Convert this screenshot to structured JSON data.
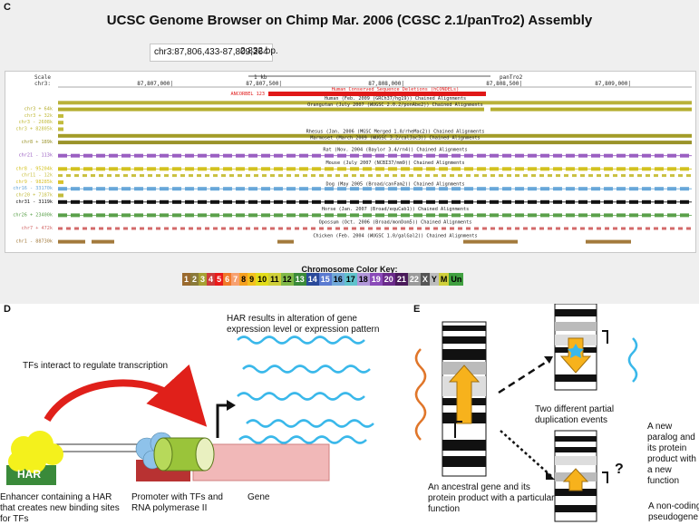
{
  "panel_c": {
    "letter": "C",
    "title": "UCSC Genome Browser on Chimp Mar. 2006 (CGSC 2.1/panTro2) Assembly",
    "position": "chr3:87,806,433-87,809,264",
    "size": "2,832 bp.",
    "scale_label": "Scale",
    "chrom_label": "chr3:",
    "scale_bar": "1 kb",
    "assembly": "panTro2",
    "ruler_ticks": [
      "87,807,000|",
      "87,807,500|",
      "87,808,000|",
      "87,808,500|",
      "87,809,000|"
    ],
    "ancorbel_label": "ANCORBEL 123",
    "tracks": [
      {
        "left": "",
        "title": "Human Conserved Sequence Deletions (hCONDELs)",
        "color": "#e01818",
        "kind": "condel"
      },
      {
        "left": "",
        "title": "Human (Feb. 2009 (GRCh37/hg19)) Chained Alignments",
        "color": "#b9b23a",
        "kind": "full"
      },
      {
        "left": "chr3 + 64k",
        "title": "Orangutan (July 2007 (WUGSC 2.0.2/ponAbe2)) Chained Alignments",
        "color": "#b4ad2e",
        "kind": "gap"
      },
      {
        "left": "chr3 + 32k",
        "title": "",
        "color": "#c2bb3c",
        "kind": "small"
      },
      {
        "left": "chr3 - 2608k",
        "title": "",
        "color": "#c2bb3c",
        "kind": "small"
      },
      {
        "left": "chr3 + 82805k",
        "title": "",
        "color": "#c2bb3c",
        "kind": "small"
      },
      {
        "left": "",
        "title": "Rhesus (Jan. 2006 (MGSC Merged 1.0/rheMac2)) Chained Alignments",
        "color": "#a39c28",
        "kind": "full"
      },
      {
        "left": "chr8 + 189k",
        "title": "Marmoset (March 2009 (WUGSC 3.2/calJac3)) Chained Alignments",
        "color": "#9a932a",
        "kind": "full"
      },
      {
        "left": "",
        "title": "Rat (Nov. 2004 (Baylor 3.4/rn4)) Chained Alignments",
        "color": "#c2bb3c",
        "kind": "blank"
      },
      {
        "left": "chr21 - 113k",
        "title": "",
        "color": "#9a5fc2",
        "kind": "chain"
      },
      {
        "left": "",
        "title": "Mouse (July 2007 (NCBI37/mm9)) Chained Alignments",
        "color": "#c2bb3c",
        "kind": "blank"
      },
      {
        "left": "chr8 - 95204k",
        "title": "",
        "color": "#d3c21e",
        "kind": "chain"
      },
      {
        "left": "chr11 - 12k",
        "title": "",
        "color": "#c9c040",
        "kind": "dash"
      },
      {
        "left": "chr9 - 98285k",
        "title": "",
        "color": "#d9c22b",
        "kind": "small"
      },
      {
        "left": "chr16 - 33170k",
        "title": "Dog (May 2005 (Broad/canFam2)) Chained Alignments",
        "color": "#68a7d9",
        "kind": "chain"
      },
      {
        "left": "chr20 + 7187k",
        "title": "",
        "color": "#c2bb3c",
        "kind": "small"
      },
      {
        "left": "chr31 - 3119k",
        "title": "",
        "color": "#111111",
        "kind": "chain"
      },
      {
        "left": "",
        "title": "Horse (Jan. 2007 (Broad/equCab1)) Chained Alignments",
        "color": "#c2bb3c",
        "kind": "blank"
      },
      {
        "left": "chr26 + 23400k",
        "title": "",
        "color": "#5aa04a",
        "kind": "chain"
      },
      {
        "left": "",
        "title": "Opossum (Oct. 2006 (Broad/monDom5)) Chained Alignments",
        "color": "#c2bb3c",
        "kind": "blank"
      },
      {
        "left": "chr7 + 472k",
        "title": "",
        "color": "#d36a6a",
        "kind": "dash"
      },
      {
        "left": "",
        "title": "Chicken (Feb. 2004 (WUGSC 1.0/galGal2)) Chained Alignments",
        "color": "#c2bb3c",
        "kind": "blank"
      },
      {
        "left": "chr1 - 88730k",
        "title": "",
        "color": "#a37a3c",
        "kind": "sparse"
      }
    ],
    "color_key_title": "Chromosome Color Key:",
    "color_key": [
      {
        "label": "1",
        "color": "#9a6a2e",
        "text": "#ffffff"
      },
      {
        "label": "2",
        "color": "#8a7a3a",
        "text": "#ffffff"
      },
      {
        "label": "3",
        "color": "#a6a032",
        "text": "#ffffff"
      },
      {
        "label": "4",
        "color": "#cc3b3b",
        "text": "#ffffff"
      },
      {
        "label": "5",
        "color": "#ea1a1a",
        "text": "#ffffff"
      },
      {
        "label": "6",
        "color": "#f07a2a",
        "text": "#ffffff"
      },
      {
        "label": "7",
        "color": "#f7a070",
        "text": "#ffffff"
      },
      {
        "label": "8",
        "color": "#f5a020",
        "text": "#000000"
      },
      {
        "label": "9",
        "color": "#f3c01e",
        "text": "#000000"
      },
      {
        "label": "10",
        "color": "#e2dc1a",
        "text": "#000000"
      },
      {
        "label": "11",
        "color": "#cfcf3a",
        "text": "#000000"
      },
      {
        "label": "12",
        "color": "#80b848",
        "text": "#000000"
      },
      {
        "label": "13",
        "color": "#3a8a3a",
        "text": "#ffffff"
      },
      {
        "label": "14",
        "color": "#2a4a9a",
        "text": "#ffffff"
      },
      {
        "label": "15",
        "color": "#5a7ad0",
        "text": "#ffffff"
      },
      {
        "label": "16",
        "color": "#70a8d8",
        "text": "#000000"
      },
      {
        "label": "17",
        "color": "#60c2cc",
        "text": "#000000"
      },
      {
        "label": "18",
        "color": "#b096d8",
        "text": "#000000"
      },
      {
        "label": "19",
        "color": "#8a4ab8",
        "text": "#ffffff"
      },
      {
        "label": "20",
        "color": "#6a2a8a",
        "text": "#ffffff"
      },
      {
        "label": "21",
        "color": "#4a1a5a",
        "text": "#ffffff"
      },
      {
        "label": "22",
        "color": "#9a9a9a",
        "text": "#ffffff"
      },
      {
        "label": "X",
        "color": "#555555",
        "text": "#ffffff"
      },
      {
        "label": "Y",
        "color": "#bdbdbd",
        "text": "#000000"
      },
      {
        "label": "M",
        "color": "#cfcf3a",
        "text": "#000000"
      },
      {
        "label": "Un",
        "color": "#40a040",
        "text": "#000000"
      }
    ]
  },
  "panel_d": {
    "letter": "D",
    "har_results": "HAR results in alteration of gene expression level or expression pattern",
    "tf_interact": "TFs interact to regulate transcription",
    "har_label": "HAR",
    "enhancer_caption": "Enhancer containing a HAR that creates new binding sites for TFs",
    "promoter_caption": "Promoter with TFs and RNA polymerase II",
    "gene_caption": "Gene"
  },
  "panel_e": {
    "letter": "E",
    "ancestral_caption": "An ancestral gene and its protein product with a particular function",
    "duplication_caption": "Two different partial duplication events",
    "paralog_caption": "A new paralog and its protein product with a new function",
    "pseudogene_caption": "A non-coding pseudogene",
    "question": "?"
  }
}
